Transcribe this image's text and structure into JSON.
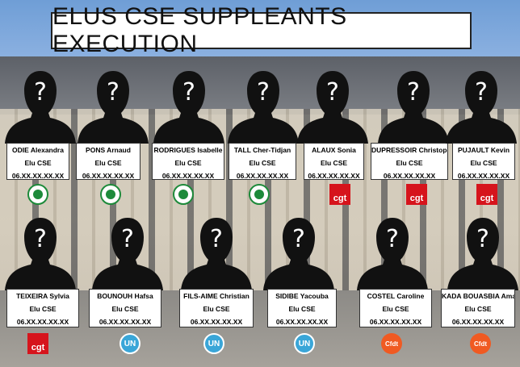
{
  "title": "ELUS CSE SUPPLEANTS EXECUTION",
  "unknown_glyph": "?",
  "row1": [
    {
      "name": "ODIE Alexandra",
      "role": "Elu CSE",
      "phone": "06.XX.XX.XX.XX",
      "logo": "green-union-logo",
      "logo_text": ""
    },
    {
      "name": "PONS  Arnaud",
      "role": "Elu CSE",
      "phone": "06.XX.XX.XX.XX",
      "logo": "green-union-logo",
      "logo_text": ""
    },
    {
      "name": "RODRIGUES Isabelle",
      "role": "Elu CSE",
      "phone": "06.XX.XX.XX.XX",
      "logo": "green-union-logo",
      "logo_text": ""
    },
    {
      "name": "TALL Cher-Tidjan",
      "role": "Elu CSE",
      "phone": "06.XX.XX.XX.XX",
      "logo": "green-union-logo",
      "logo_text": ""
    },
    {
      "name": "ALAUX Sonia",
      "role": "Elu CSE",
      "phone": "06.XX.XX.XX.XX",
      "logo": "cgt-logo",
      "logo_text": "cgt"
    },
    {
      "name": "DUPRESSOIR Christophe",
      "role": "Elu CSE",
      "phone": "06.XX.XX.XX.XX",
      "logo": "cgt-logo",
      "logo_text": "cgt"
    },
    {
      "name": "PUJAULT Kevin",
      "role": "Elu CSE",
      "phone": "06.XX.XX.XX.XX",
      "logo": "cgt-logo",
      "logo_text": "cgt"
    }
  ],
  "row2": [
    {
      "name": "TEIXEIRA Sylvia",
      "role": "Elu CSE",
      "phone": "06.XX.XX.XX.XX",
      "logo": "cgt-logo",
      "logo_text": "cgt"
    },
    {
      "name": "BOUNOUH Hafsa",
      "role": "Elu CSE",
      "phone": "06.XX.XX.XX.XX",
      "logo": "unsa-logo",
      "logo_text": "UN"
    },
    {
      "name": "FILS-AIME Christian",
      "role": "Elu CSE",
      "phone": "06.XX.XX.XX.XX",
      "logo": "unsa-logo",
      "logo_text": "UN"
    },
    {
      "name": "SIDIBE Yacouba",
      "role": "Elu CSE",
      "phone": "06.XX.XX.XX.XX",
      "logo": "unsa-logo",
      "logo_text": "UN"
    },
    {
      "name": "COSTEL Caroline",
      "role": "Elu CSE",
      "phone": "06.XX.XX.XX.XX",
      "logo": "cfdt-logo",
      "logo_text": "Cfdt"
    },
    {
      "name": "KADA BOUASBIA Amaria",
      "role": "Elu CSE",
      "phone": "06.XX.XX.XX.XX",
      "logo": "cfdt-logo",
      "logo_text": "Cfdt"
    }
  ]
}
